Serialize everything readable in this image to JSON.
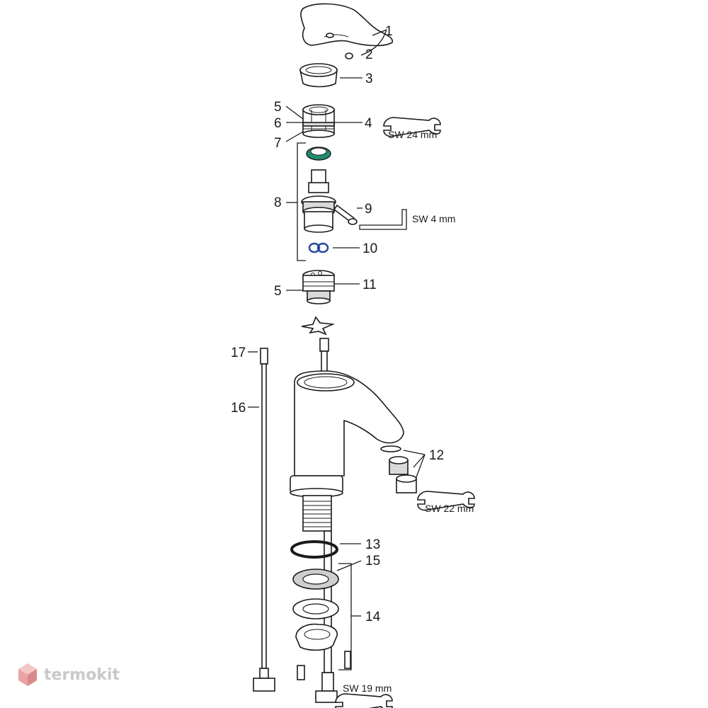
{
  "callouts": {
    "n1": "1",
    "n2": "2",
    "n3": "3",
    "n4": "4",
    "n5a": "5",
    "n6": "6",
    "n7": "7",
    "n8": "8",
    "n9": "9",
    "n10": "10",
    "n5b": "5",
    "n11": "11",
    "n12": "12",
    "n13": "13",
    "n14": "14",
    "n15": "15",
    "n16": "16",
    "n17": "17"
  },
  "tools": {
    "wrench_24": "SW 24 mm",
    "hex_key_4": "SW 4 mm",
    "wrench_22": "SW 22 mm",
    "wrench_19": "SW 19 mm"
  },
  "watermark": {
    "text": "termokit"
  },
  "colors": {
    "line": "#1a1a1a",
    "cartridge_ring": "#1f8c6e",
    "o_rings": "#2a4a9a",
    "watermark": "#c9c9c9"
  }
}
